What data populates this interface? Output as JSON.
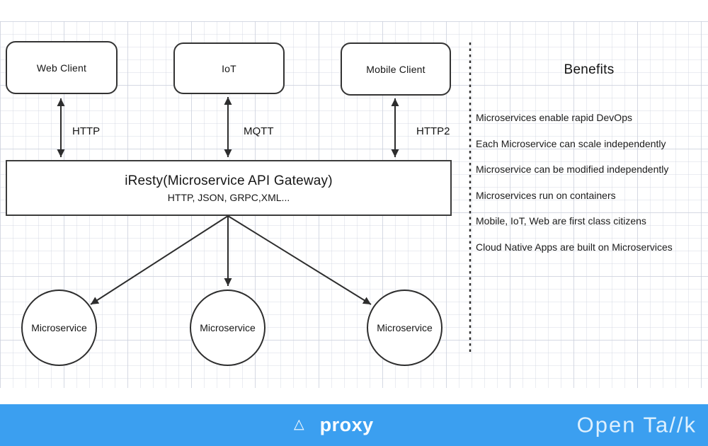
{
  "diagram": {
    "clients": [
      {
        "label": "Web Client"
      },
      {
        "label": "IoT"
      },
      {
        "label": "Mobile Client"
      }
    ],
    "protocols": [
      {
        "label": "HTTP"
      },
      {
        "label": "MQTT"
      },
      {
        "label": "HTTP2"
      }
    ],
    "gateway": {
      "title": "iResty(Microservice API Gateway)",
      "subtitle": "HTTP, JSON, GRPC,XML..."
    },
    "services": [
      {
        "label": "Microservice"
      },
      {
        "label": "Microservice"
      },
      {
        "label": "Microservice"
      }
    ]
  },
  "benefits": {
    "title": "Benefits",
    "items": [
      "Microservices enable rapid DevOps",
      "Each Microservice can scale independently",
      "Microservice can be modified independently",
      "Microservices run on containers",
      "Mobile, IoT, Web are first class citizens",
      "Cloud Native Apps are built on Microservices"
    ]
  },
  "footer": {
    "triangle_icon": "△",
    "brand": "proxy",
    "logo": "Open Ta//k",
    "bar_color": "#3b9ff0"
  }
}
